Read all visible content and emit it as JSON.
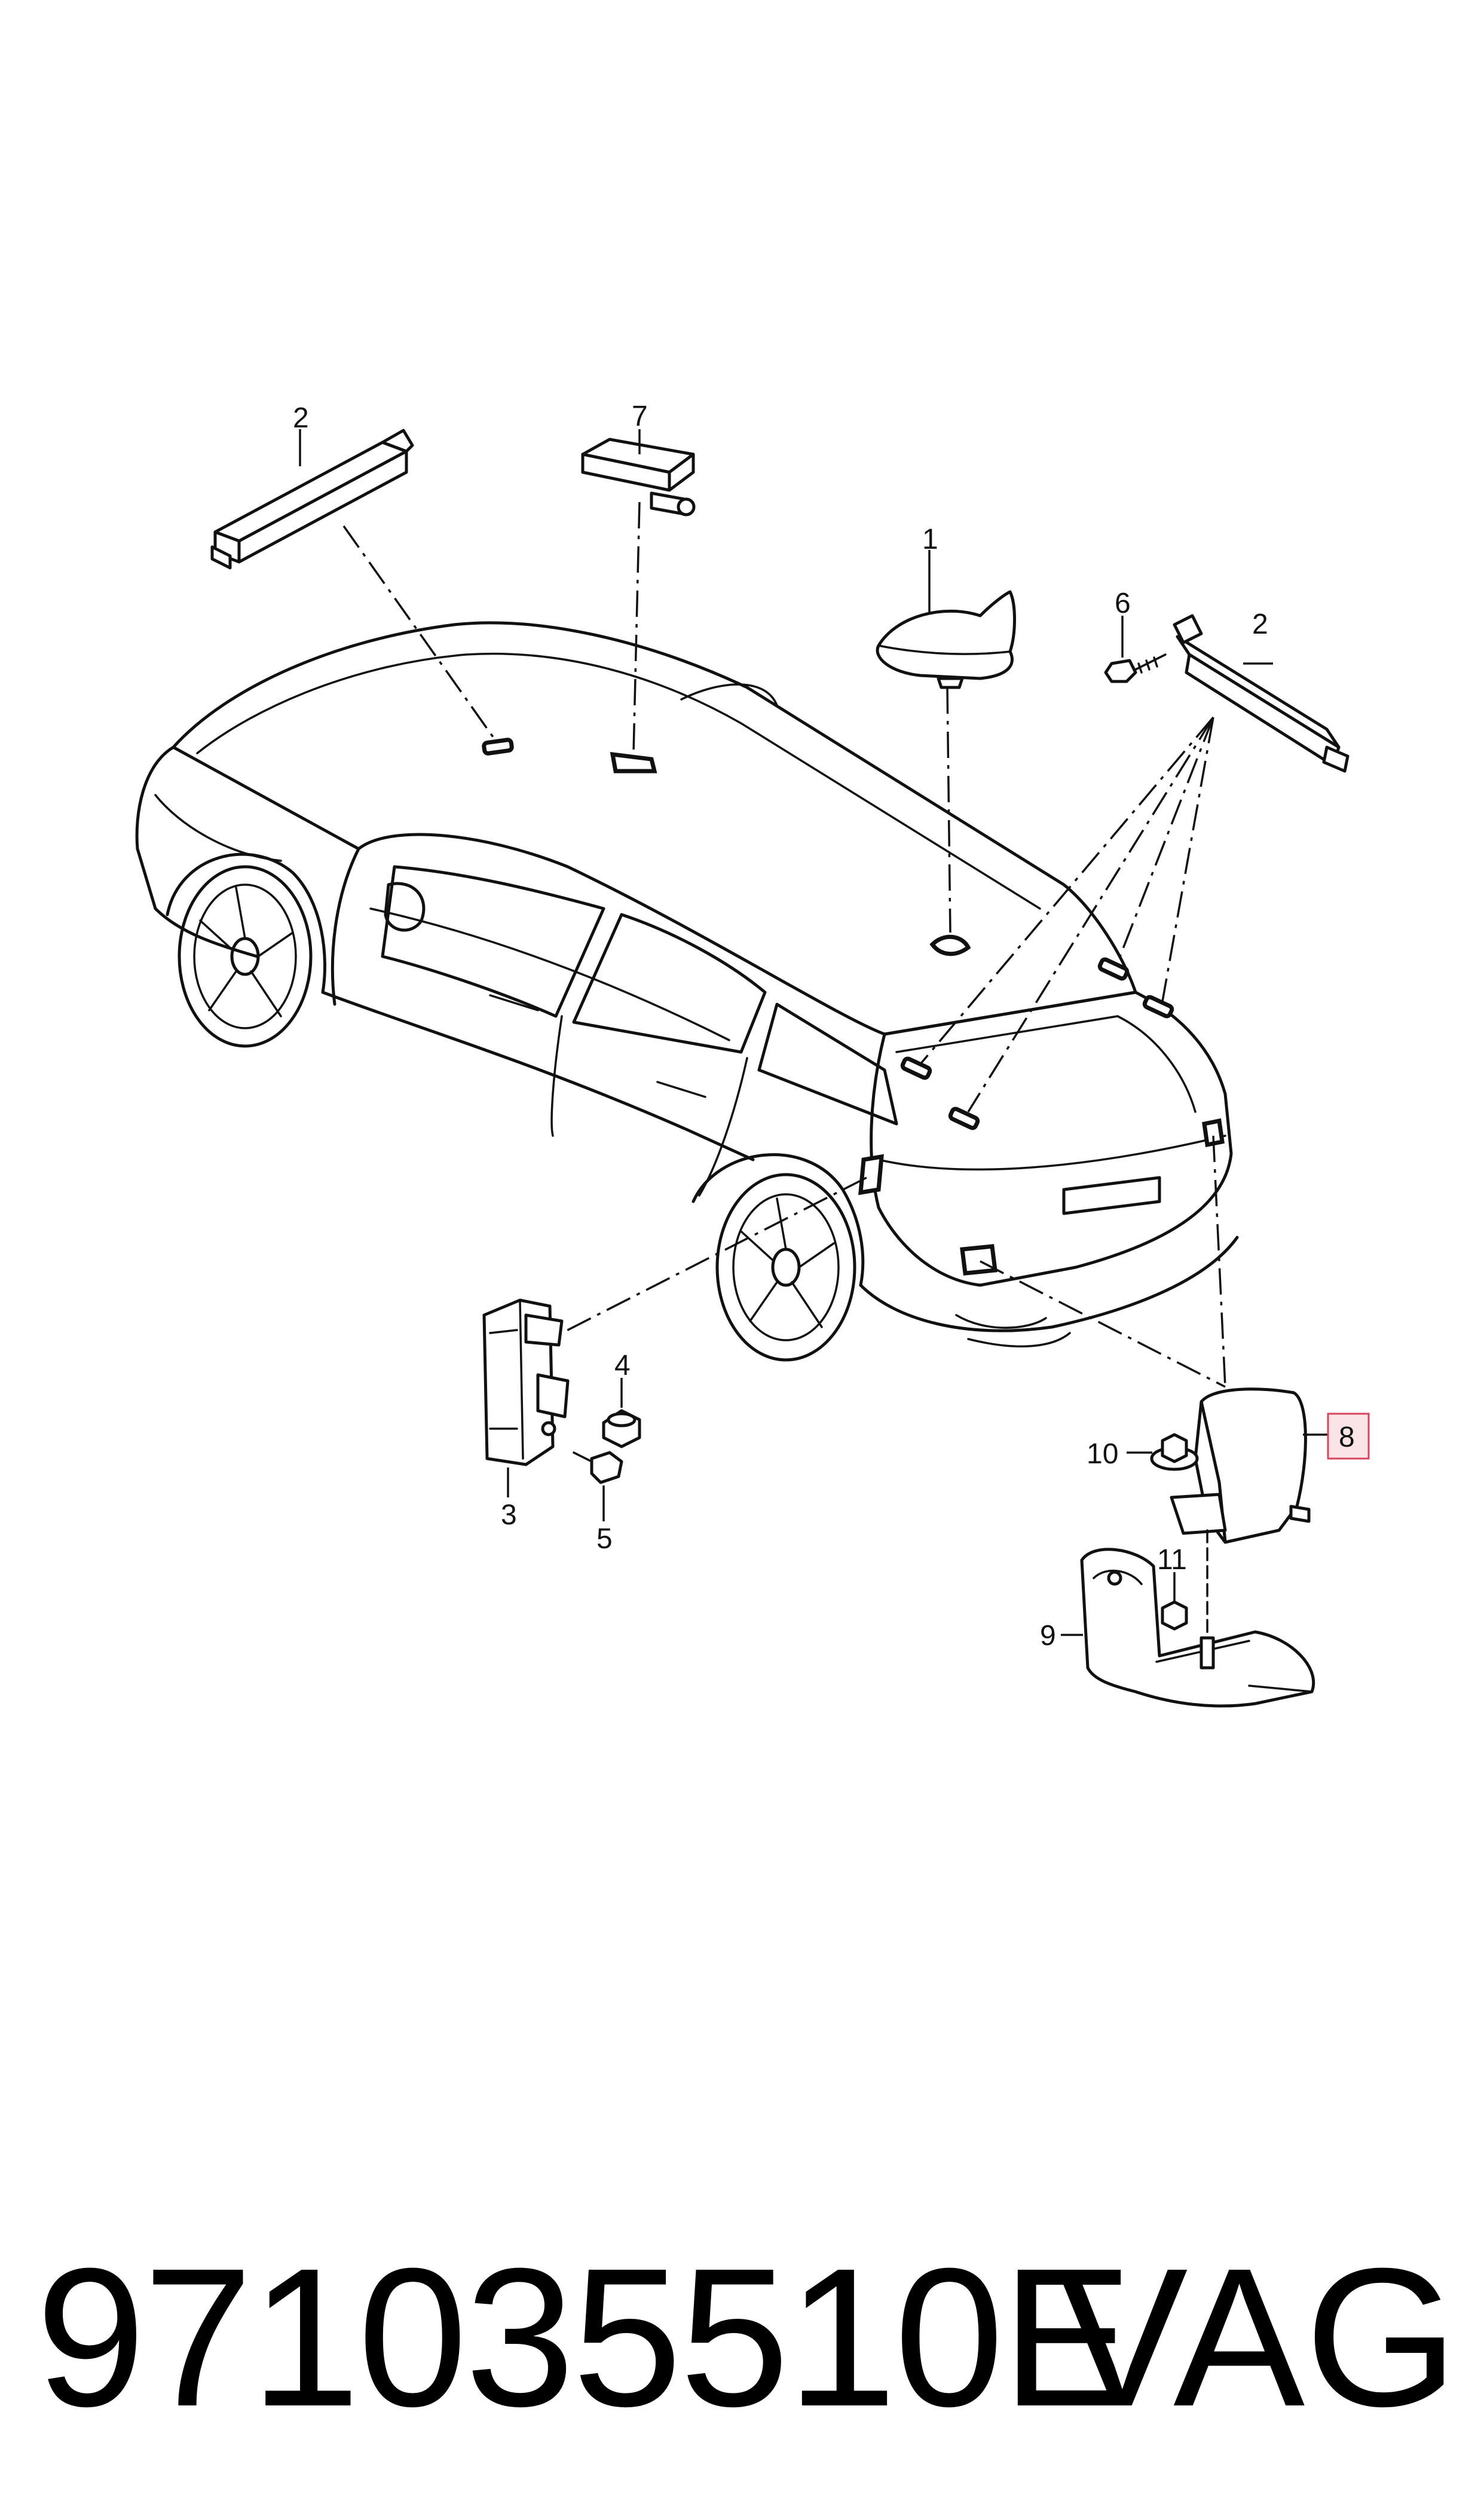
{
  "callouts": {
    "c1": "1",
    "c2a": "2",
    "c2b": "2",
    "c3": "3",
    "c4": "4",
    "c5": "5",
    "c6": "6",
    "c7": "7",
    "c8": "8",
    "c9": "9",
    "c10": "10",
    "c11": "11"
  },
  "highlight": {
    "callout": "8",
    "fill": "#fbe4e8",
    "border": "#d9455f"
  },
  "footer": {
    "part_number": "971035510E",
    "brand": "VAG"
  }
}
